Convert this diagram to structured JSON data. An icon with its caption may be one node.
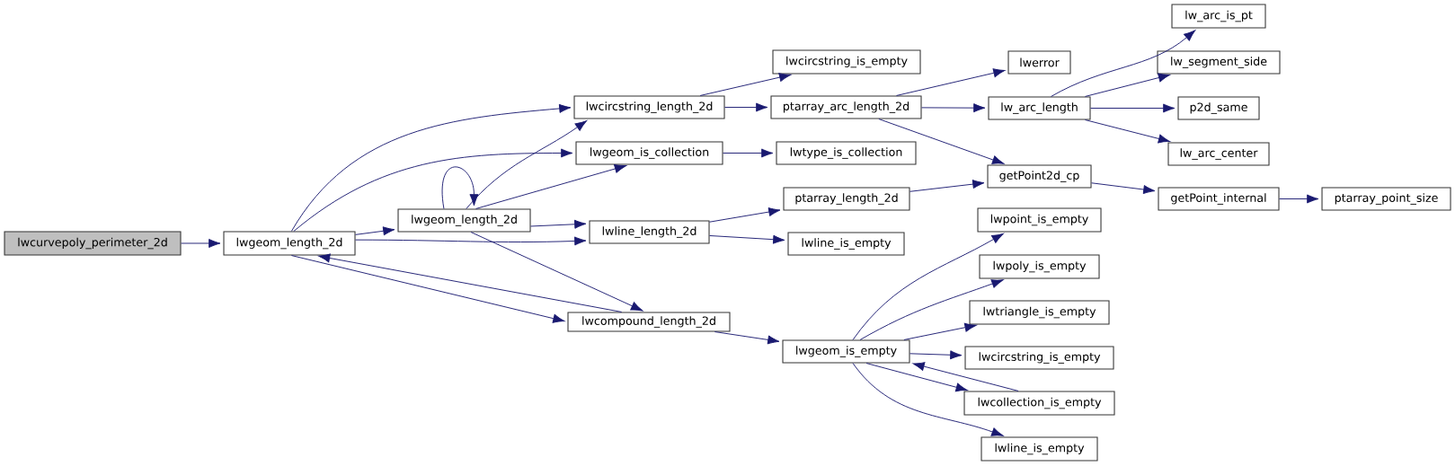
{
  "diagram": {
    "nodes": [
      {
        "text": [
          "lwcurvepoly_perimeter_2d"
        ]
      },
      {
        "text": [
          "lwgeom_length_2d"
        ]
      },
      {
        "text": [
          "lwgeom_length_2d"
        ]
      },
      {
        "text": [
          "lwcircstring_length_2d"
        ]
      },
      {
        "text": [
          "lwcircstring_is_empty"
        ]
      },
      {
        "text": [
          "lwgeom_is_collection"
        ]
      },
      {
        "text": [
          "lwtype_is_collection"
        ]
      },
      {
        "text": [
          "lwline_length_2d"
        ]
      },
      {
        "text": [
          "ptarray_arc_length_2d"
        ]
      },
      {
        "text": [
          "ptarray_length_2d"
        ]
      },
      {
        "text": [
          "lwline_is_empty"
        ]
      },
      {
        "text": [
          "lwcompound_length_2d"
        ]
      },
      {
        "text": [
          "lwerror"
        ]
      },
      {
        "text": [
          "lw_arc_length"
        ]
      },
      {
        "text": [
          "getPoint2d_cp"
        ]
      },
      {
        "text": [
          "lw_arc_is_pt"
        ]
      },
      {
        "text": [
          "lw_segment_side"
        ]
      },
      {
        "text": [
          "p2d_same"
        ]
      },
      {
        "text": [
          "lw_arc_center"
        ]
      },
      {
        "text": [
          "getPoint_internal"
        ]
      },
      {
        "text": [
          "ptarray_point_size"
        ]
      },
      {
        "text": [
          "lwgeom_is_empty"
        ]
      },
      {
        "text": [
          "lwpoint_is_empty"
        ]
      },
      {
        "text": [
          "lwpoly_is_empty"
        ]
      },
      {
        "text": [
          "lwtriangle_is_empty"
        ]
      },
      {
        "text": [
          "lwcircstring_is_empty"
        ]
      },
      {
        "text": [
          "lwcollection_is_empty"
        ]
      },
      {
        "text": [
          "lwline_is_empty"
        ]
      }
    ],
    "edges": [
      {
        "from": 0,
        "to": 1,
        "arrow": "to"
      },
      {
        "from": 1,
        "to": 2,
        "arrow": "to"
      },
      {
        "from": 1,
        "to": 3,
        "arrow": "to"
      },
      {
        "from": 1,
        "to": 5,
        "arrow": "to"
      },
      {
        "from": 1,
        "to": 7,
        "arrow": "to"
      },
      {
        "from": 1,
        "to": 11,
        "arrow": "to"
      },
      {
        "from": 11,
        "to": 1,
        "arrow": "to"
      },
      {
        "from": 2,
        "to": 2,
        "arrow": "to"
      },
      {
        "from": 2,
        "to": 3,
        "arrow": "to"
      },
      {
        "from": 2,
        "to": 5,
        "arrow": "to"
      },
      {
        "from": 2,
        "to": 7,
        "arrow": "to"
      },
      {
        "from": 2,
        "to": 11,
        "arrow": "to"
      },
      {
        "from": 3,
        "to": 4,
        "arrow": "to"
      },
      {
        "from": 3,
        "to": 8,
        "arrow": "to"
      },
      {
        "from": 5,
        "to": 6,
        "arrow": "to"
      },
      {
        "from": 7,
        "to": 9,
        "arrow": "to"
      },
      {
        "from": 7,
        "to": 10,
        "arrow": "to"
      },
      {
        "from": 11,
        "to": 21,
        "arrow": "to"
      },
      {
        "from": 8,
        "to": 12,
        "arrow": "to"
      },
      {
        "from": 8,
        "to": 13,
        "arrow": "to"
      },
      {
        "from": 8,
        "to": 14,
        "arrow": "to"
      },
      {
        "from": 9,
        "to": 14,
        "arrow": "to"
      },
      {
        "from": 13,
        "to": 15,
        "arrow": "to"
      },
      {
        "from": 13,
        "to": 16,
        "arrow": "to"
      },
      {
        "from": 13,
        "to": 17,
        "arrow": "to"
      },
      {
        "from": 13,
        "to": 18,
        "arrow": "to"
      },
      {
        "from": 14,
        "to": 19,
        "arrow": "to"
      },
      {
        "from": 19,
        "to": 20,
        "arrow": "to"
      },
      {
        "from": 21,
        "to": 22,
        "arrow": "to"
      },
      {
        "from": 21,
        "to": 23,
        "arrow": "to"
      },
      {
        "from": 21,
        "to": 24,
        "arrow": "to"
      },
      {
        "from": 21,
        "to": 25,
        "arrow": "to"
      },
      {
        "from": 21,
        "to": 26,
        "arrow": "to"
      },
      {
        "from": 26,
        "to": 21,
        "arrow": "to"
      },
      {
        "from": 21,
        "to": 27,
        "arrow": "to"
      }
    ]
  }
}
